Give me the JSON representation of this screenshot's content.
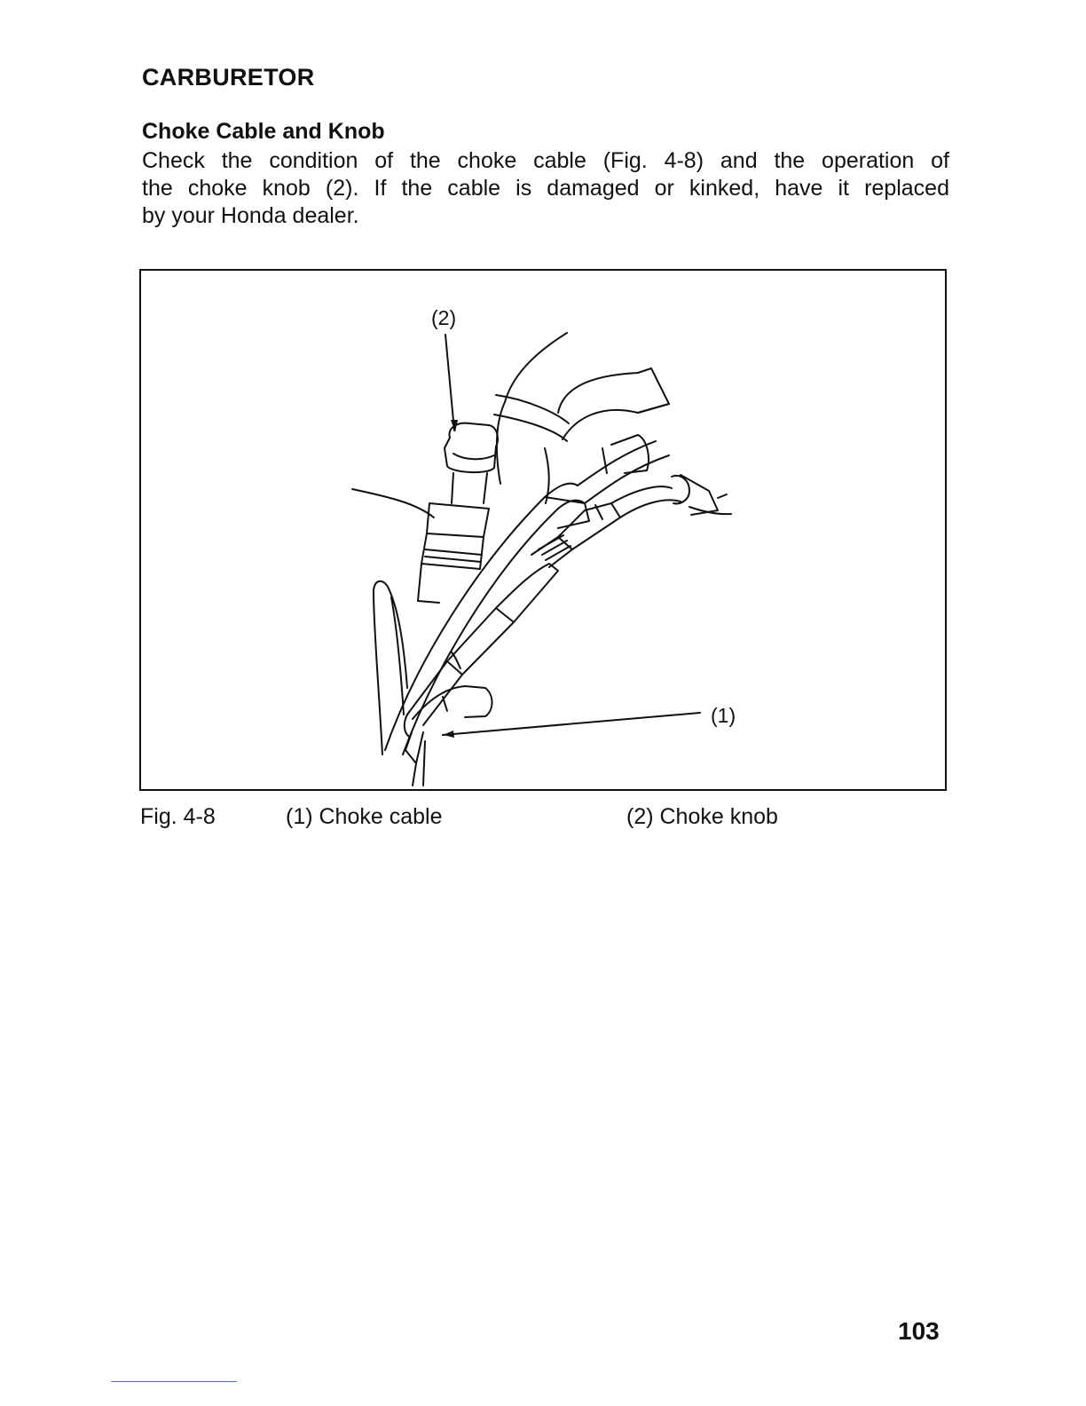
{
  "section_title": "CARBURETOR",
  "subheading": "Choke Cable and Knob",
  "body_lines": [
    "Check the condition of the choke cable (Fig. 4-8) and the operation of",
    "the choke knob (2). If the cable is damaged or kinked, have it replaced",
    "by your Honda dealer."
  ],
  "figure": {
    "callout_knob": "(2)",
    "callout_cable": "(1)",
    "caption": {
      "fig_label": "Fig. 4-8",
      "item_1": "(1) Choke cable",
      "item_2": "(2) Choke knob"
    }
  },
  "page_number": "103",
  "colors": {
    "ink": "#111111",
    "footer_rule": "#4a6fd0"
  }
}
